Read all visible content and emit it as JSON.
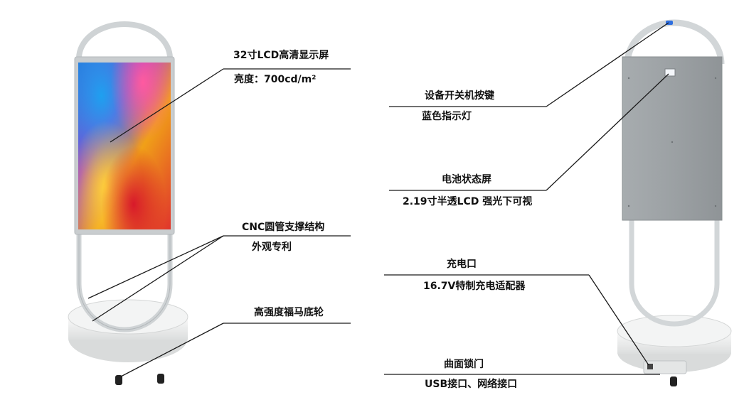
{
  "callouts": {
    "lcd_screen": {
      "title": "32寸LCD高清显示屏",
      "detail": "亮度：700cd/m²"
    },
    "cnc_tube": {
      "title": "CNC圆管支撑结构",
      "detail": "外观专利"
    },
    "base_wheel": {
      "title": "高强度福马底轮"
    },
    "power_button": {
      "title": "设备开关机按键",
      "detail": "蓝色指示灯"
    },
    "battery_screen": {
      "title": "电池状态屏",
      "detail": "2.19寸半透LCD 强光下可视"
    },
    "charging_port": {
      "title": "充电口",
      "detail": "16.7V特制充电适配器"
    },
    "lock": {
      "title": "曲面锁门",
      "detail": "USB接口、网络接口"
    }
  },
  "colors": {
    "frame": "#cfd3d5",
    "frame_shadow": "#b2b7ba",
    "back_panel": "#9ea3a6",
    "base": "#f1f2f2",
    "leader_line": "#1a1a1a",
    "indicator": "#2f6fe0"
  }
}
